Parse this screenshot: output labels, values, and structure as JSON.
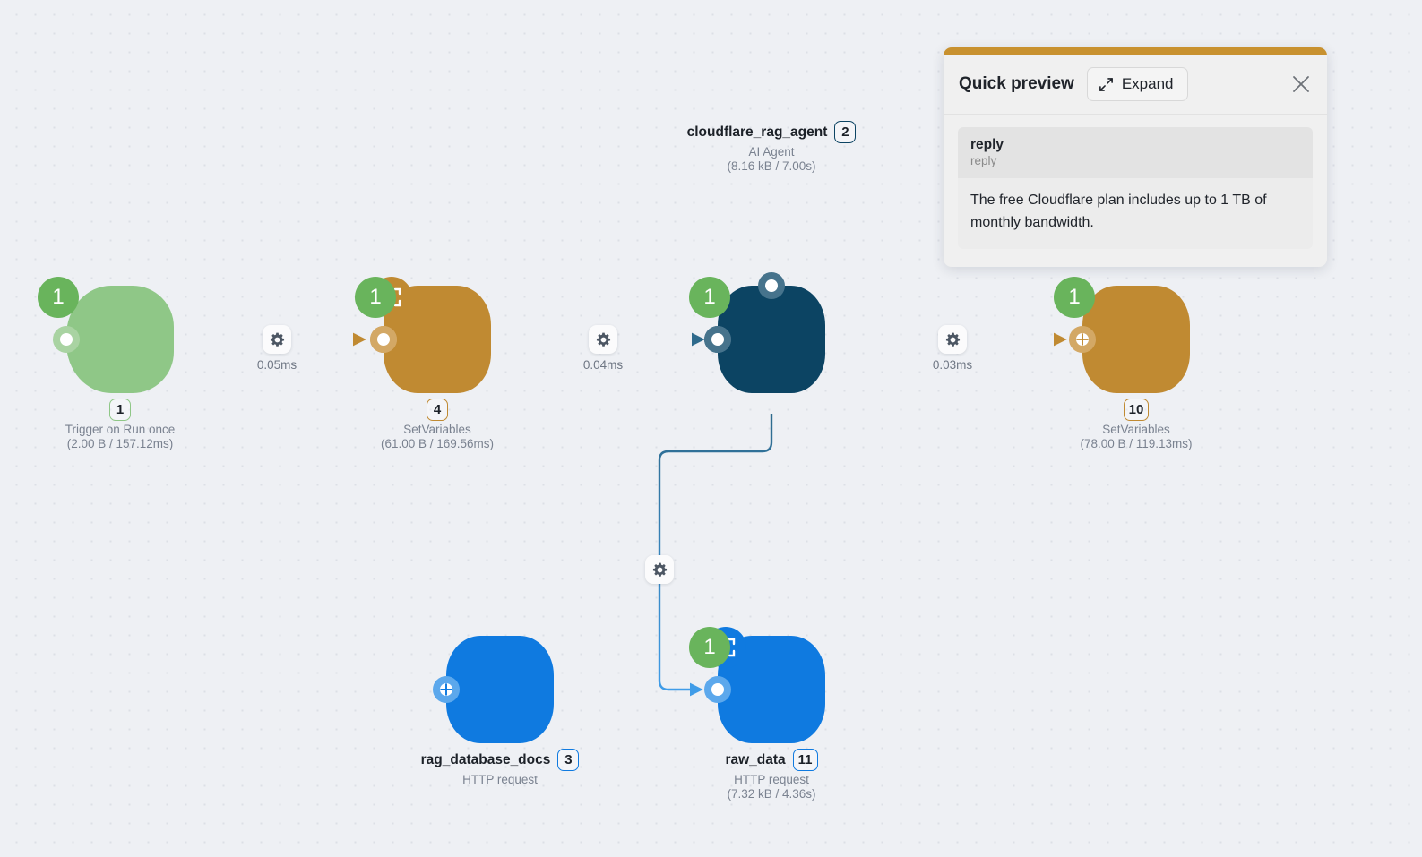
{
  "canvas": {
    "background_color": "#eef0f4",
    "dot_color": "#dcdfe6"
  },
  "preview_panel": {
    "accent_color": "#c8912f",
    "title": "Quick preview",
    "expand_label": "Expand",
    "expand_icon": "diagonal-arrows-icon",
    "close_icon": "close-icon",
    "item": {
      "key": "reply",
      "type": "reply",
      "value": "The free Cloudflare plan includes up to 1 TB of monthly bandwidth."
    }
  },
  "nodes": [
    {
      "id": "trigger",
      "name": "Trigger on Run once",
      "index": "1",
      "subtitle": "",
      "stats": "(2.00 B / 157.12ms)",
      "color": "#8fc787",
      "port_color": "#a9d3a2",
      "icon": "trigger-arrow-icon",
      "run_count": "1",
      "label_position": "below",
      "has_expand_badge": false
    },
    {
      "id": "setvariables-4",
      "name": "SetVariables",
      "index": "4",
      "subtitle": "",
      "stats": "(61.00 B / 169.56ms)",
      "color": "#c08a32",
      "port_color": "#d3a865",
      "icon": "document-download-icon",
      "run_count": "1",
      "label_position": "below",
      "has_expand_badge": true
    },
    {
      "id": "cloudflare-rag-agent",
      "name": "cloudflare_rag_agent",
      "index": "2",
      "subtitle": "AI Agent",
      "stats": "(8.16 kB / 7.00s)",
      "color": "#0c4463",
      "port_color": "#46738c",
      "icon": "brain-icon",
      "run_count": "1",
      "label_position": "above",
      "has_expand_badge": false
    },
    {
      "id": "setvariables-10",
      "name": "SetVariables",
      "index": "10",
      "subtitle": "",
      "stats": "(78.00 B / 119.13ms)",
      "color": "#c08a32",
      "port_color": "#d3a865",
      "icon": "document-download-icon",
      "run_count": "1",
      "label_position": "below",
      "has_expand_badge": false
    },
    {
      "id": "rag-database-docs",
      "name": "rag_database_docs",
      "index": "3",
      "subtitle": "HTTP request",
      "stats": "",
      "color": "#0f7ae0",
      "port_color": "#5ca8ec",
      "icon": "globe-icon",
      "run_count": "",
      "label_position": "below",
      "has_expand_badge": false
    },
    {
      "id": "raw-data",
      "name": "raw_data",
      "index": "11",
      "subtitle": "HTTP request",
      "stats": "(7.32 kB / 4.36s)",
      "color": "#0f7ae0",
      "port_color": "#5ca8ec",
      "icon": "globe-icon",
      "run_count": "1",
      "label_position": "below",
      "has_expand_badge": true
    }
  ],
  "edges": [
    {
      "id": "edge-trigger-setvariables4",
      "time_label": "0.05ms",
      "gear_icon": "gear-icon"
    },
    {
      "id": "edge-setvariables4-agent",
      "time_label": "0.04ms",
      "gear_icon": "gear-icon"
    },
    {
      "id": "edge-agent-setvariables10",
      "time_label": "0.03ms",
      "gear_icon": "gear-icon"
    },
    {
      "id": "edge-agent-rawdata",
      "time_label": "",
      "gear_icon": "gear-icon"
    }
  ]
}
